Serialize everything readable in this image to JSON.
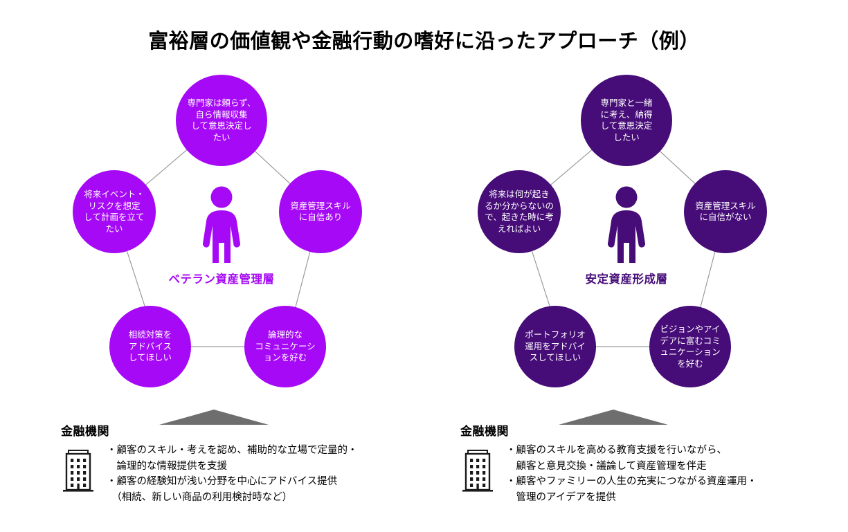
{
  "title": "富裕層の価値観や金融行動の嗜好に沿ったアプローチ（例）",
  "colors": {
    "bright_purple": "#a609f5",
    "dark_purple": "#460c78",
    "arrow_gray": "#6e6e6e",
    "text_black": "#000000"
  },
  "segments": [
    {
      "id": "veteran",
      "center_label": "ベテラン資産管理層",
      "person_icon": "person-icon",
      "accent": "#a609f5",
      "nodes": [
        {
          "position": "top",
          "text": "専門家は頼らず、\n自ら情報収集\nして意思決定し\nたい"
        },
        {
          "position": "upper-left",
          "text": "将来イベント・\nリスクを想定\nして計画を立て\nたい"
        },
        {
          "position": "upper-right",
          "text": "資産管理スキル\nに自信あり"
        },
        {
          "position": "lower-left",
          "text": "相続対策を\nアドバイス\nしてほしい"
        },
        {
          "position": "lower-right",
          "text": "論理的な\nコミュニケーシ\nョンを好む"
        }
      ],
      "institution": {
        "heading": "金融機関",
        "icon": "building-icon",
        "arrow": "arrow-up-icon",
        "lines": "・顧客のスキル・考えを認め、補助的な立場で定量的・\n　論理的な情報提供を支援\n・顧客の経験知が浅い分野を中心にアドバイス提供\n　（相続、新しい商品の利用検討時など）"
      }
    },
    {
      "id": "stable",
      "center_label": "安定資産形成層",
      "person_icon": "person-icon",
      "accent": "#460c78",
      "nodes": [
        {
          "position": "top",
          "text": "専門家と一緒\nに考え、納得\nして意思決定\nしたい"
        },
        {
          "position": "upper-left",
          "text": "将来は何が起き\nるか分からないの\nで、起きた時に考\nえればよい"
        },
        {
          "position": "upper-right",
          "text": "資産管理スキル\nに自信がない"
        },
        {
          "position": "lower-left",
          "text": "ポートフォリオ\n運用をアドバイ\nスしてほしい"
        },
        {
          "position": "lower-right",
          "text": "ビジョンやアイ\nデアに富むコミ\nュニケーション\nを好む"
        }
      ],
      "institution": {
        "heading": "金融機関",
        "icon": "building-icon",
        "arrow": "arrow-up-icon",
        "lines": "・顧客のスキルを高める教育支援を行いながら、\n　顧客と意見交換・議論して資産管理を伴走\n・顧客やファミリーの人生の充実につながる資産運用・\n　管理のアイデアを提供"
      }
    }
  ]
}
